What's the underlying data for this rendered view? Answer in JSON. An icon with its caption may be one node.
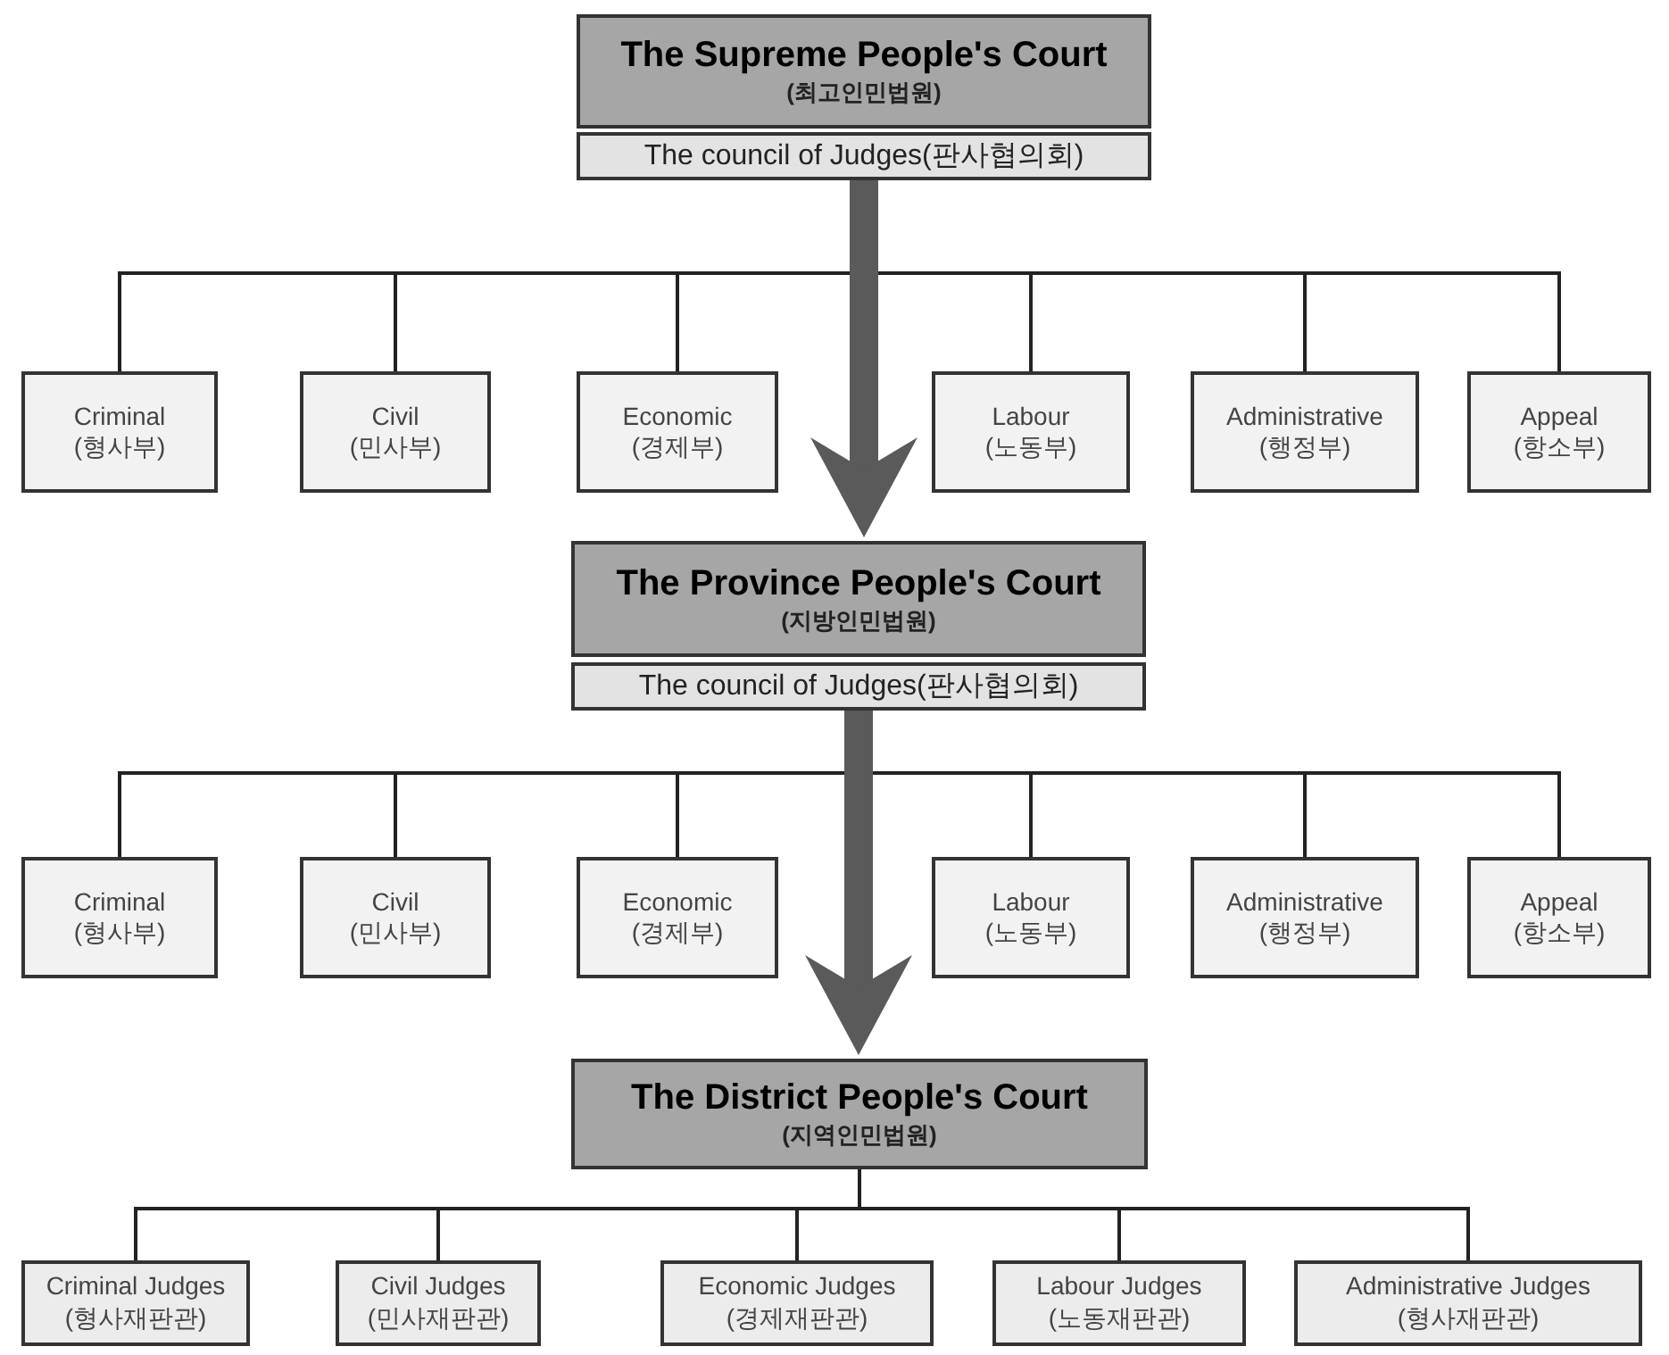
{
  "diagram": {
    "nodes": [
      {
        "text": [
          "The Supreme People's Court",
          "(최고인민법원)"
        ]
      },
      {
        "text": [
          "The council of Judges(판사협의회)"
        ]
      },
      {
        "text": [
          "Criminal",
          "(형사부)"
        ]
      },
      {
        "text": [
          "Civil",
          "(민사부)"
        ]
      },
      {
        "text": [
          "Economic",
          "(경제부)"
        ]
      },
      {
        "text": [
          "Labour",
          "(노동부)"
        ]
      },
      {
        "text": [
          "Administrative",
          "(행정부)"
        ]
      },
      {
        "text": [
          "Appeal",
          "(항소부)"
        ]
      },
      {
        "text": [
          "The Province People's Court",
          "(지방인민법원)"
        ]
      },
      {
        "text": [
          "The council of Judges(판사협의회)"
        ]
      },
      {
        "text": [
          "Criminal",
          "(형사부)"
        ]
      },
      {
        "text": [
          "Civil",
          "(민사부)"
        ]
      },
      {
        "text": [
          "Economic",
          "(경제부)"
        ]
      },
      {
        "text": [
          "Labour",
          "(노동부)"
        ]
      },
      {
        "text": [
          "Administrative",
          "(행정부)"
        ]
      },
      {
        "text": [
          "Appeal",
          "(항소부)"
        ]
      },
      {
        "text": [
          "The District People's Court",
          "(지역인민법원)"
        ]
      },
      {
        "text": [
          "Criminal Judges",
          "(형사재판관)"
        ]
      },
      {
        "text": [
          "Civil Judges",
          "(민사재판관)"
        ]
      },
      {
        "text": [
          "Economic Judges",
          "(경제재판관)"
        ]
      },
      {
        "text": [
          "Labour Judges",
          "(노동재판관)"
        ]
      },
      {
        "text": [
          "Administrative Judges",
          "(형사재판관)"
        ]
      }
    ],
    "edges": [
      {
        "from": 1,
        "to": 2,
        "arrow": "none"
      },
      {
        "from": 1,
        "to": 3,
        "arrow": "none"
      },
      {
        "from": 1,
        "to": 4,
        "arrow": "none"
      },
      {
        "from": 1,
        "to": 5,
        "arrow": "none"
      },
      {
        "from": 1,
        "to": 6,
        "arrow": "none"
      },
      {
        "from": 1,
        "to": 7,
        "arrow": "none"
      },
      {
        "from": 1,
        "to": 8,
        "arrow": "to",
        "style": "thick",
        "color": "#5a5a5a"
      },
      {
        "from": 9,
        "to": 10,
        "arrow": "none"
      },
      {
        "from": 9,
        "to": 11,
        "arrow": "none"
      },
      {
        "from": 9,
        "to": 12,
        "arrow": "none"
      },
      {
        "from": 9,
        "to": 13,
        "arrow": "none"
      },
      {
        "from": 9,
        "to": 14,
        "arrow": "none"
      },
      {
        "from": 9,
        "to": 15,
        "arrow": "none"
      },
      {
        "from": 9,
        "to": 16,
        "arrow": "to",
        "style": "thick",
        "color": "#5a5a5a"
      },
      {
        "from": 16,
        "to": 17,
        "arrow": "none"
      },
      {
        "from": 16,
        "to": 18,
        "arrow": "none"
      },
      {
        "from": 16,
        "to": 19,
        "arrow": "none"
      },
      {
        "from": 16,
        "to": 20,
        "arrow": "none"
      },
      {
        "from": 16,
        "to": 21,
        "arrow": "none"
      }
    ]
  }
}
